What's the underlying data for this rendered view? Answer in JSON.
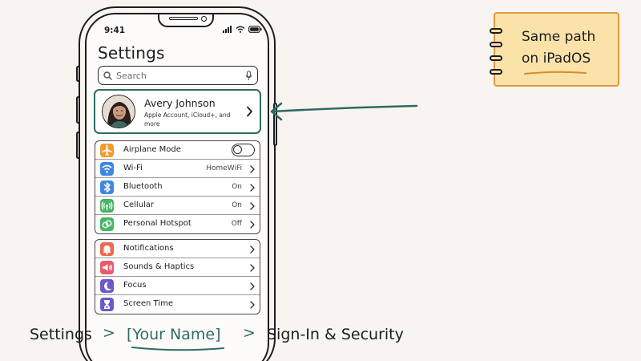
{
  "status": {
    "time": "9:41"
  },
  "settings": {
    "title": "Settings",
    "search_placeholder": "Search",
    "profile": {
      "name": "Avery Johnson",
      "subtitle": "Apple Account, iCloud+, and more"
    },
    "group1": [
      {
        "label": "Airplane Mode",
        "value": "",
        "icon": "airplane-icon",
        "color": "#f39a2e",
        "control": "toggle",
        "toggle_on": false
      },
      {
        "label": "Wi-Fi",
        "value": "HomeWiFi",
        "icon": "wifi-icon",
        "color": "#3e86e6",
        "control": "chevron"
      },
      {
        "label": "Bluetooth",
        "value": "On",
        "icon": "bluetooth-icon",
        "color": "#3e86e6",
        "control": "chevron"
      },
      {
        "label": "Cellular",
        "value": "On",
        "icon": "cellular-icon",
        "color": "#47b567",
        "control": "chevron"
      },
      {
        "label": "Personal Hotspot",
        "value": "Off",
        "icon": "hotspot-icon",
        "color": "#47b567",
        "control": "chevron"
      }
    ],
    "group2": [
      {
        "label": "Notifications",
        "value": "",
        "icon": "bell-icon",
        "color": "#ef6a4c",
        "control": "chevron"
      },
      {
        "label": "Sounds & Haptics",
        "value": "",
        "icon": "speaker-icon",
        "color": "#ea5b6e",
        "control": "chevron"
      },
      {
        "label": "Focus",
        "value": "",
        "icon": "moon-icon",
        "color": "#6b5ac8",
        "control": "chevron"
      },
      {
        "label": "Screen Time",
        "value": "",
        "icon": "hourglass-icon",
        "color": "#6b5ac8",
        "control": "chevron"
      }
    ]
  },
  "note": {
    "line1": "Same path",
    "line2": "on iPadOS"
  },
  "breadcrumb": {
    "step1": "Settings",
    "sep1": ">",
    "step2": "[Your Name]",
    "sep2": ">",
    "step3": "Sign-In & Security"
  },
  "colors": {
    "accent": "#2f6b63",
    "note_fill": "#fbe2a9",
    "note_border": "#e09a3c",
    "background": "#f8f5f1"
  }
}
